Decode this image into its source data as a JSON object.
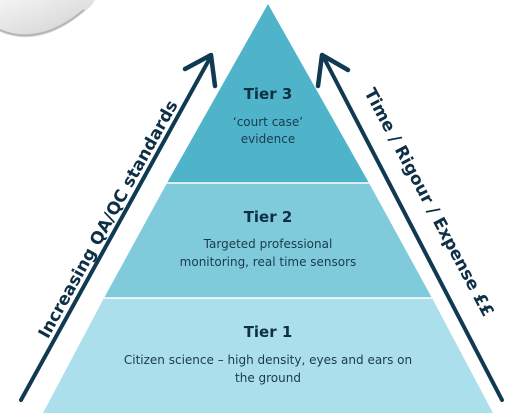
{
  "colors": {
    "tier3_fill": "#4fb3c9",
    "tier2_fill": "#7fcbdc",
    "tier1_fill": "#aadfeb",
    "text_dark": "#0f2f44",
    "arrow": "#0f3a52",
    "divider": "#ffffff"
  },
  "left_arrow": {
    "label": "Increasing QA/QC standards"
  },
  "right_arrow": {
    "label": "Time / Rigour / Expense ££"
  },
  "tiers": [
    {
      "title": "Tier 3",
      "lines": [
        "‘court case’",
        "evidence"
      ]
    },
    {
      "title": "Tier 2",
      "lines": [
        "Targeted professional",
        "monitoring, real time sensors"
      ]
    },
    {
      "title": "Tier 1",
      "lines": [
        "Citizen science – high density, eyes and ears on",
        "the ground"
      ]
    }
  ],
  "decor": {
    "corner_device": "device-corner-decor"
  }
}
